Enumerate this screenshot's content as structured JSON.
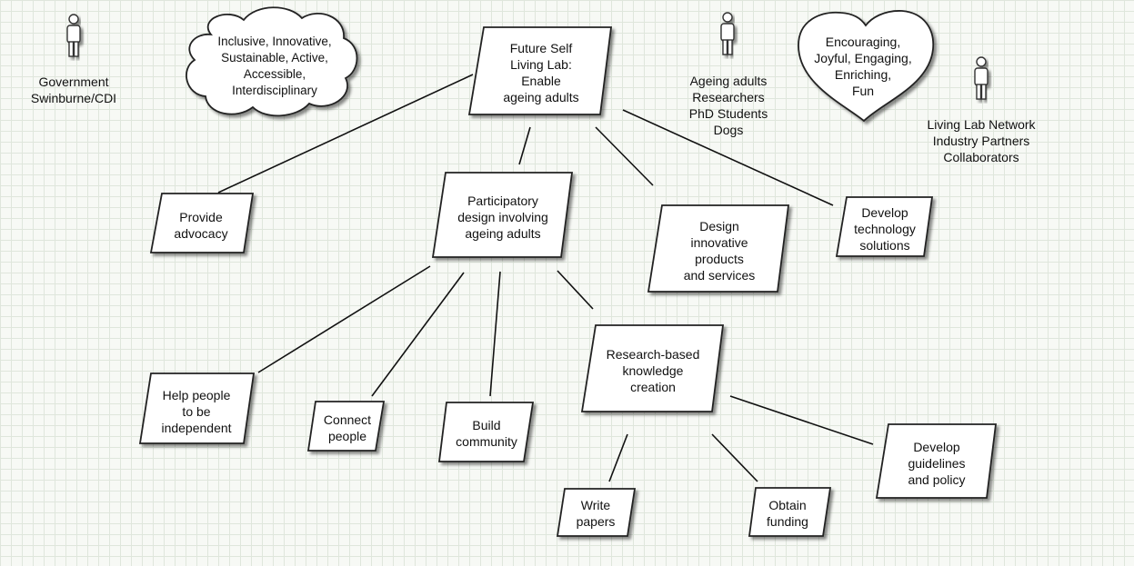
{
  "nodes": {
    "center": "Future Self\nLiving Lab:\nEnable\nageing adults",
    "advocacy": "Provide\nadvocacy",
    "participatory": "Participatory\ndesign involving\nageing adults",
    "design": "Design\ninnovative\nproducts\nand services",
    "tech": "Develop\ntechnology\nsolutions",
    "independent": "Help people\nto be\nindependent",
    "connect": "Connect\npeople",
    "community": "Build\ncommunity",
    "research": "Research-based\nknowledge\ncreation",
    "guidelines": "Develop\nguidelines\nand policy",
    "papers": "Write\npapers",
    "funding": "Obtain\nfunding"
  },
  "cloud_text": "Inclusive, Innovative,\nSustainable, Active,\nAccessible,\nInterdisciplinary",
  "heart_text": "Encouraging,\nJoyful, Engaging,\nEnriching,\nFun",
  "actors": {
    "government": "Government\nSwinburne/CDI",
    "participants": "Ageing adults\nResearchers\nPhD Students\nDogs",
    "network": "Living Lab Network\nIndustry Partners\nCollaborators"
  }
}
